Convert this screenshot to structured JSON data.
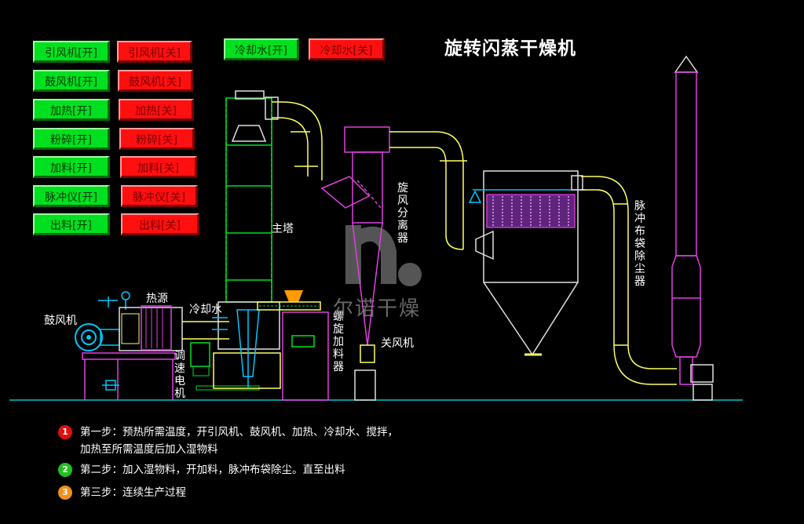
{
  "title": "旋转闪蒸干燥机",
  "controls": [
    {
      "on": "引风机[开]",
      "off": "引风机[关]"
    },
    {
      "on": "鼓风机[开]",
      "off": "鼓风机[关]"
    },
    {
      "on": "加热[开]",
      "off": "加热[关]"
    },
    {
      "on": "粉碎[开]",
      "off": "粉碎[关]"
    },
    {
      "on": "加料[开]",
      "off": "加料[关]"
    },
    {
      "on": "脉冲仪[开]",
      "off": "脉冲仪[关]"
    },
    {
      "on": "出料[开]",
      "off": "出料[关]"
    }
  ],
  "cooling": {
    "on": "冷却水[开]",
    "off": "冷却水[关]"
  },
  "labels": {
    "blower": "鼓风机",
    "heat_source": "热源",
    "cooling_water": "冷却水",
    "main_tower": "主塔",
    "speed_motor": "调速电机",
    "screw_feeder": "螺旋加料器",
    "cyclone": "旋风分离器",
    "airlock": "关风机",
    "bag_filter": "脉冲布袋除尘器"
  },
  "watermark": "尔诺干燥",
  "steps": [
    {
      "num": "1",
      "color": "#e01010",
      "text1": "第一步：预热所需温度，开引风机、鼓风机、加热、冷却水、搅拌，",
      "text2": "加热至所需温度后加入湿物料"
    },
    {
      "num": "2",
      "color": "#20c020",
      "text1": "第二步：加入湿物料，开加料，脉冲布袋除尘。直至出料"
    },
    {
      "num": "3",
      "color": "#f09020",
      "text1": "第三步：连续生产过程"
    }
  ]
}
